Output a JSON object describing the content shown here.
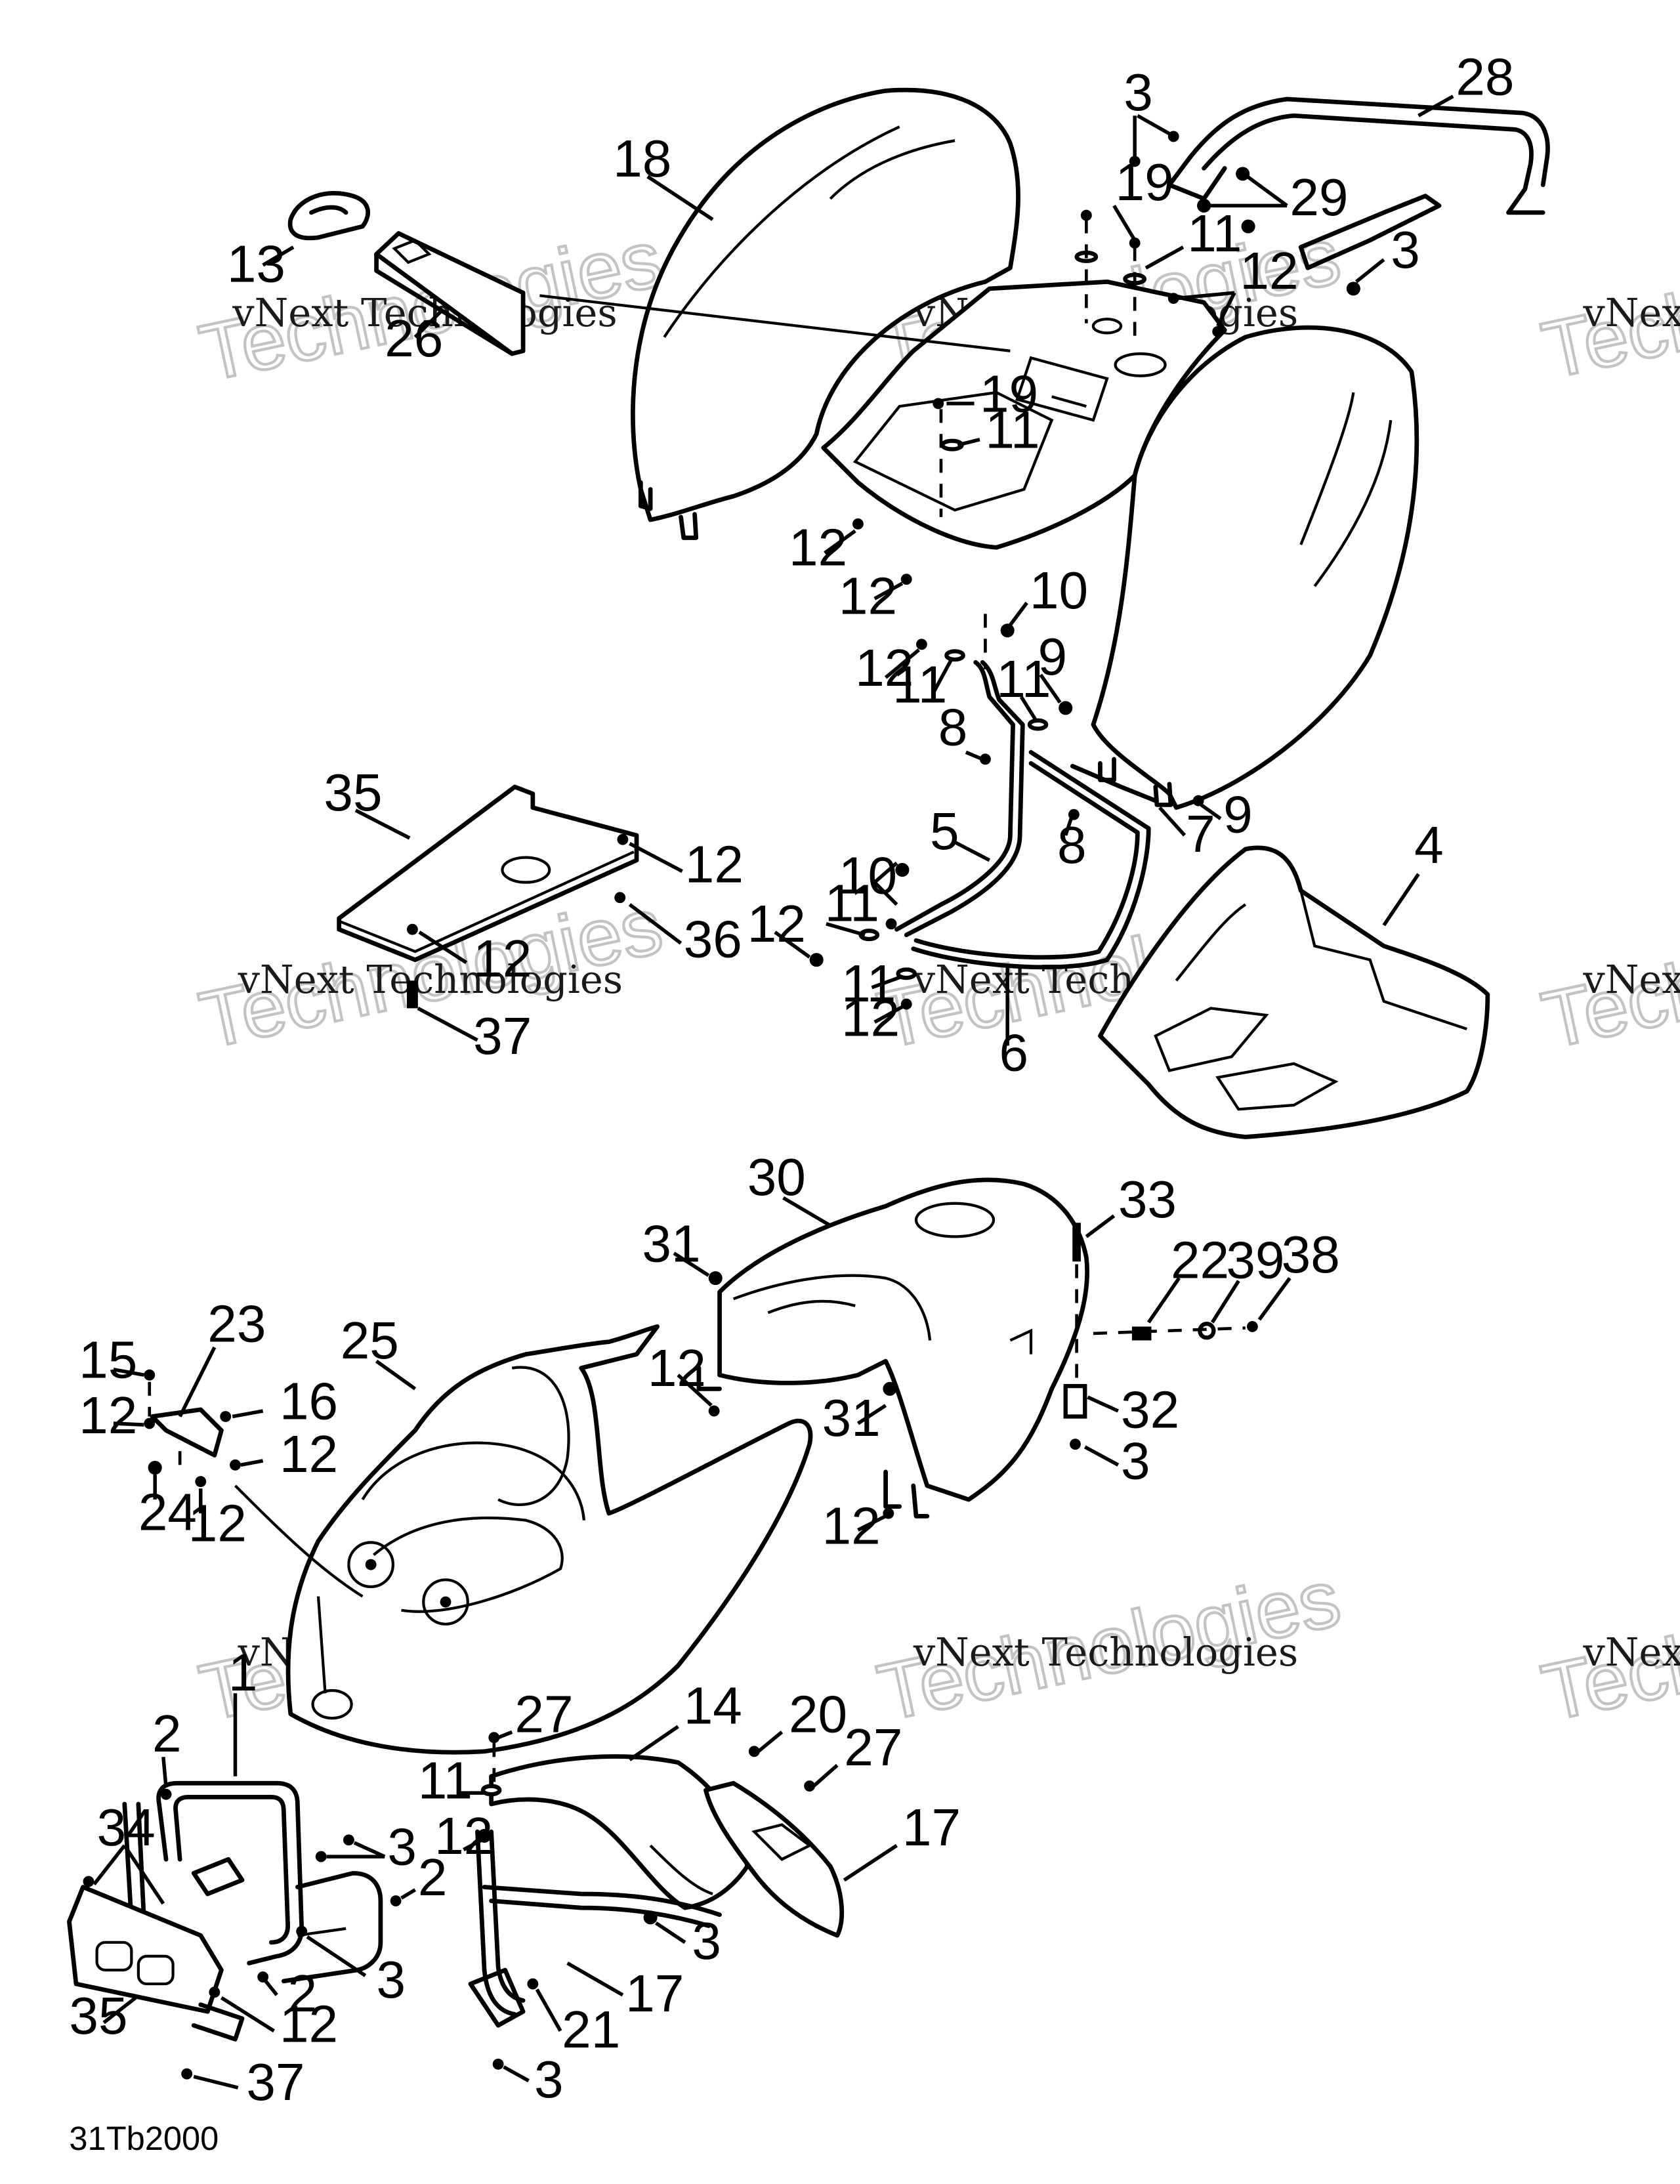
{
  "diagram": {
    "drawing_code": "31Tb2000",
    "watermark": {
      "line1": "vNext Technologies",
      "line2": "vNext",
      "line3": "Technologies"
    },
    "parts": [
      {
        "id": "rear-fender",
        "callout": "18"
      },
      {
        "id": "rear-rack",
        "callout": "28"
      },
      {
        "id": "tool-box-lid",
        "callout": "26"
      },
      {
        "id": "grab-handle",
        "callout": "13"
      },
      {
        "id": "skid-plate",
        "callout": "36"
      },
      {
        "id": "mud-flap",
        "callout": "4"
      },
      {
        "id": "rear-support-bar",
        "callout": "5"
      },
      {
        "id": "lower-support-bar",
        "callout": "6"
      },
      {
        "id": "bracket",
        "callout": "7"
      },
      {
        "id": "fuel-tank-cover",
        "callout": "30"
      },
      {
        "id": "front-fender",
        "callout": "23"
      },
      {
        "id": "hood-bracket",
        "callout": "21"
      },
      {
        "id": "front-bumper",
        "callout": "1"
      },
      {
        "id": "bumper-guard",
        "callout": "34"
      },
      {
        "id": "front-mud-guard",
        "callout": "14"
      },
      {
        "id": "guard-support",
        "callout": "15"
      },
      {
        "id": "side-deflector",
        "callout": "16"
      }
    ],
    "callouts": [
      "1",
      "2",
      "2",
      "2",
      "3",
      "3",
      "3",
      "3",
      "3",
      "3",
      "4",
      "5",
      "6",
      "7",
      "8",
      "8",
      "9",
      "9",
      "10",
      "10",
      "11",
      "11",
      "11",
      "11",
      "11",
      "11",
      "11",
      "12",
      "12",
      "12",
      "12",
      "12",
      "12",
      "12",
      "12",
      "12",
      "12",
      "12",
      "12",
      "12",
      "12",
      "12",
      "13",
      "14",
      "15",
      "16",
      "17",
      "17",
      "18",
      "19",
      "19",
      "20",
      "21",
      "22",
      "23",
      "24",
      "25",
      "26",
      "27",
      "27",
      "28",
      "29",
      "30",
      "31",
      "31",
      "32",
      "33",
      "34",
      "35",
      "35",
      "36",
      "37",
      "37",
      "38",
      "39"
    ]
  }
}
